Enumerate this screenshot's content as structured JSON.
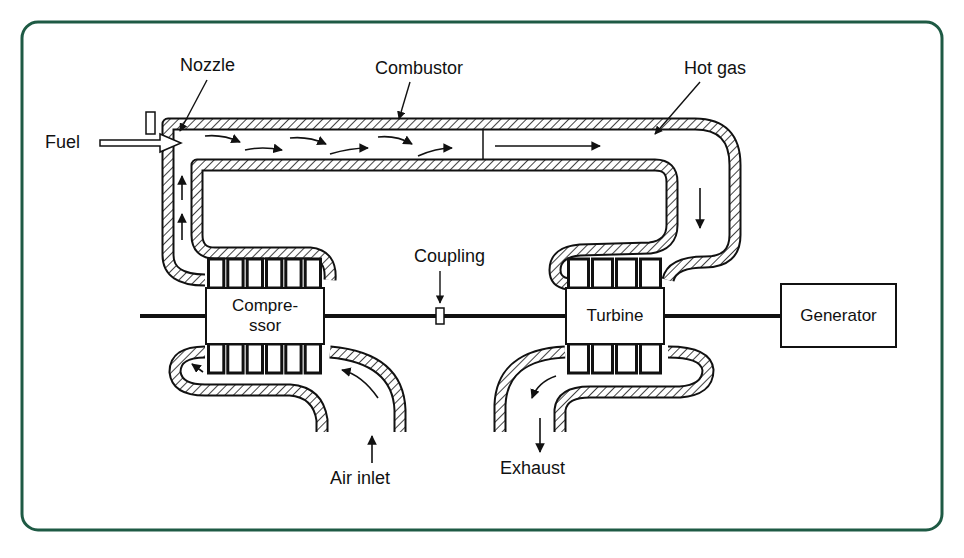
{
  "diagram": {
    "nodes": [
      {
        "text": [
          "Compre- ssor"
        ]
      },
      {
        "text": [
          "Turbine"
        ]
      },
      {
        "text": [
          "Generator"
        ]
      }
    ],
    "edges": [
      {
        "from": 0,
        "to": 1,
        "arrow": "none"
      },
      {
        "from": 1,
        "to": 2,
        "arrow": "none"
      }
    ],
    "labels": [
      "Nozzle",
      "Combustor",
      "Hot gas",
      "Fuel",
      "Coupling",
      "Air inlet",
      "Exhaust"
    ]
  }
}
